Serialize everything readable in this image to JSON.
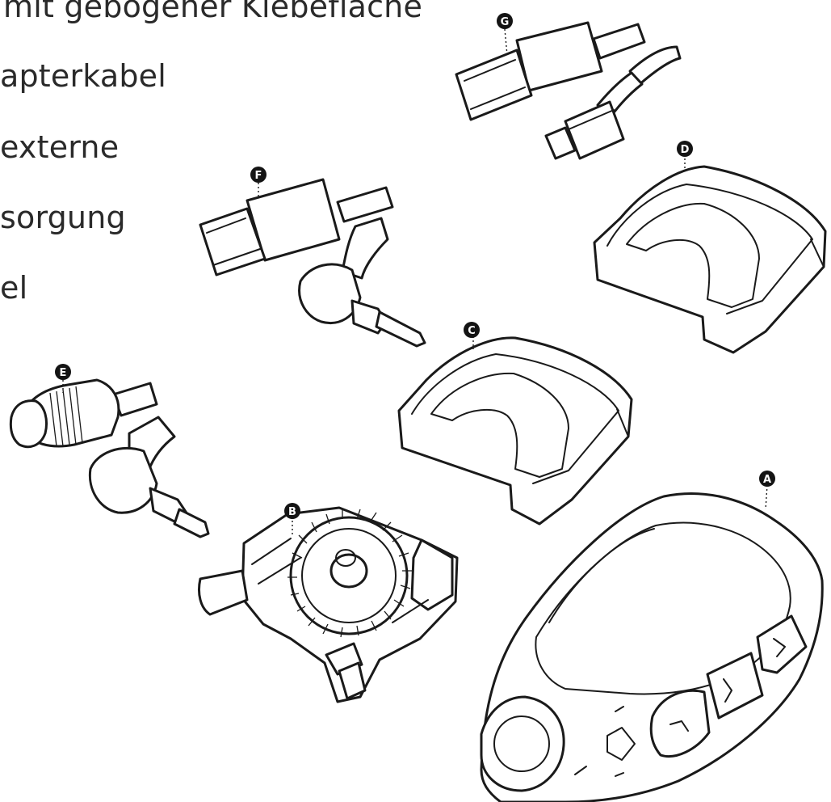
{
  "text_lines": [
    " mit gebogener Klebefläche",
    "apterkabel",
    "externe",
    "sorgung",
    "el"
  ],
  "parts": [
    {
      "label": "A",
      "icon": "action-camera-body"
    },
    {
      "label": "B",
      "icon": "rotating-mount-plate"
    },
    {
      "label": "C",
      "icon": "u-shaped-adhesive-mount"
    },
    {
      "label": "D",
      "icon": "u-shaped-adhesive-mount-curved"
    },
    {
      "label": "E",
      "icon": "angled-jack-adapter-cable"
    },
    {
      "label": "F",
      "icon": "usb-to-angled-jack-cable"
    },
    {
      "label": "G",
      "icon": "usb-to-micro-usb-cable"
    }
  ],
  "colors": {
    "ink": "#1a1a1a",
    "text": "#2a2a2a",
    "background": "#ffffff"
  }
}
